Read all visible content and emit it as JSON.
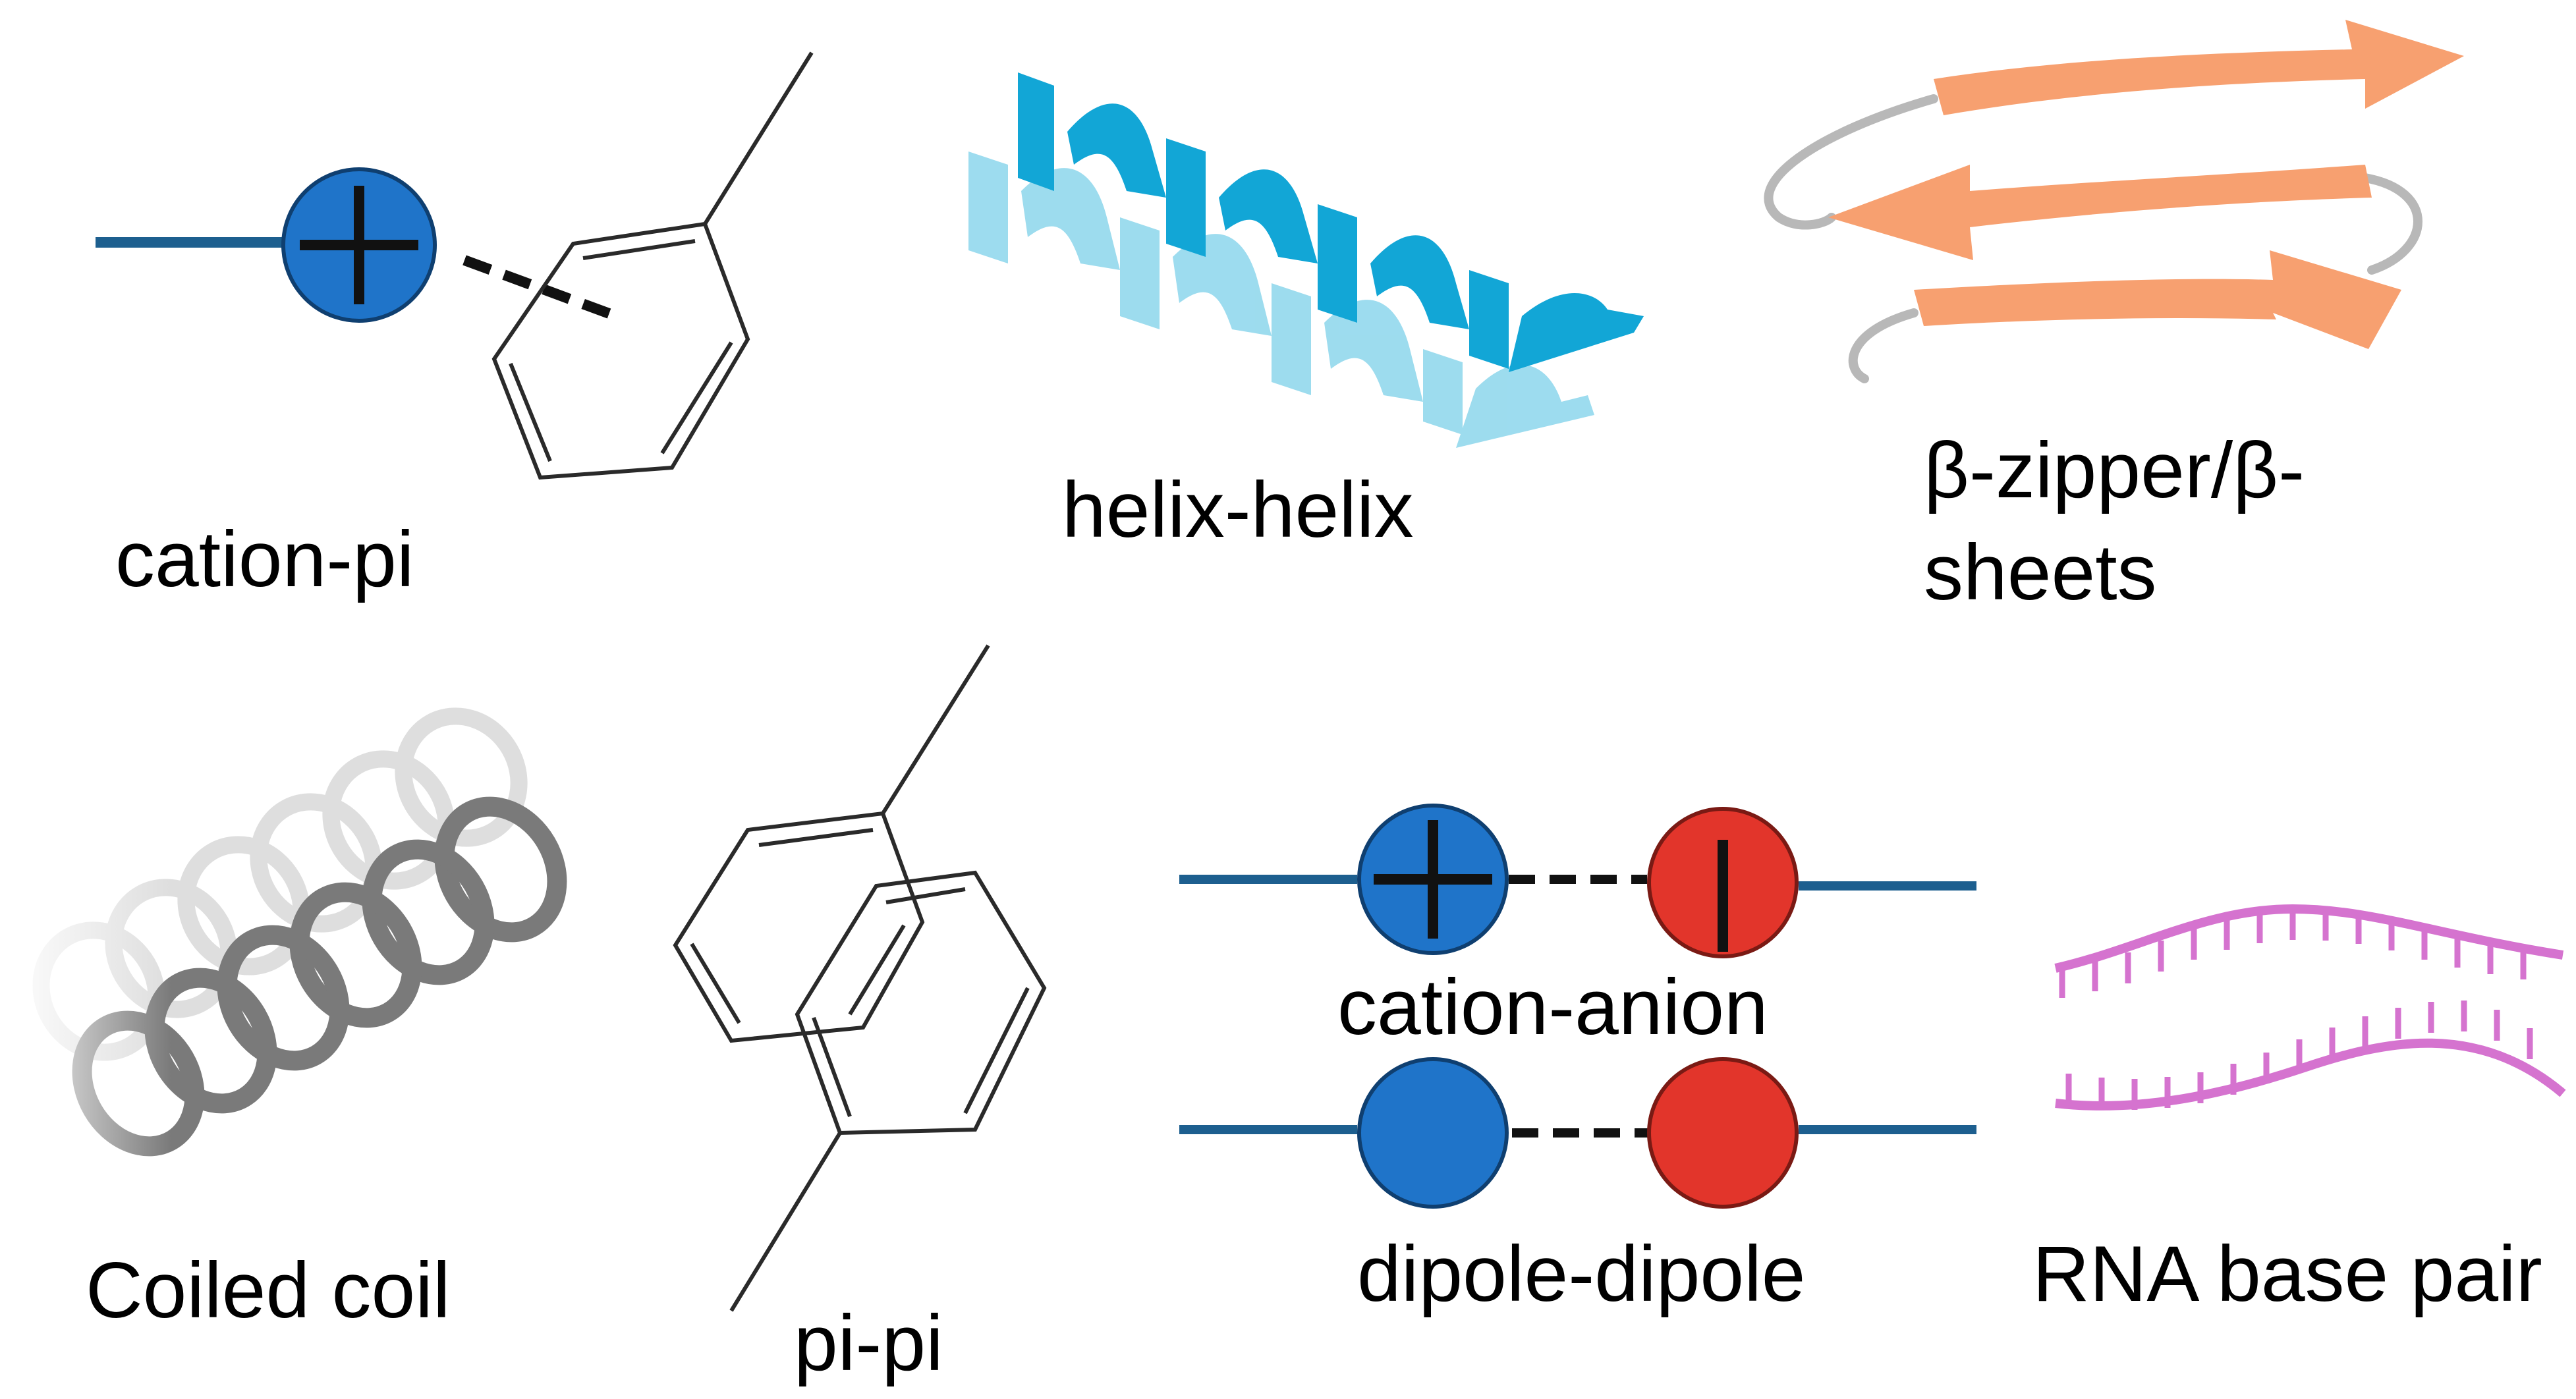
{
  "labels": {
    "cation_pi": "cation-pi",
    "helix_helix": "helix-helix",
    "beta_line1": "β-zipper/β-",
    "beta_line2": "sheets",
    "coiled_coil": "Coiled coil",
    "pi_pi": "pi-pi",
    "cation_anion": "cation-anion",
    "dipole_dipole": "dipole-dipole",
    "rna_base_pair": "RNA base pair"
  },
  "colors": {
    "cation_blue": "#1f74c9",
    "anion_red": "#e2352b",
    "bond_line": "#1d5f8f",
    "helix_dark": "#12a6d6",
    "helix_light": "#8cd6ec",
    "beta_orange": "#f7a070",
    "loop_gray": "#b8b8b8",
    "coil_gray": "#7a7a7a",
    "rna_pink": "#d573cf"
  }
}
